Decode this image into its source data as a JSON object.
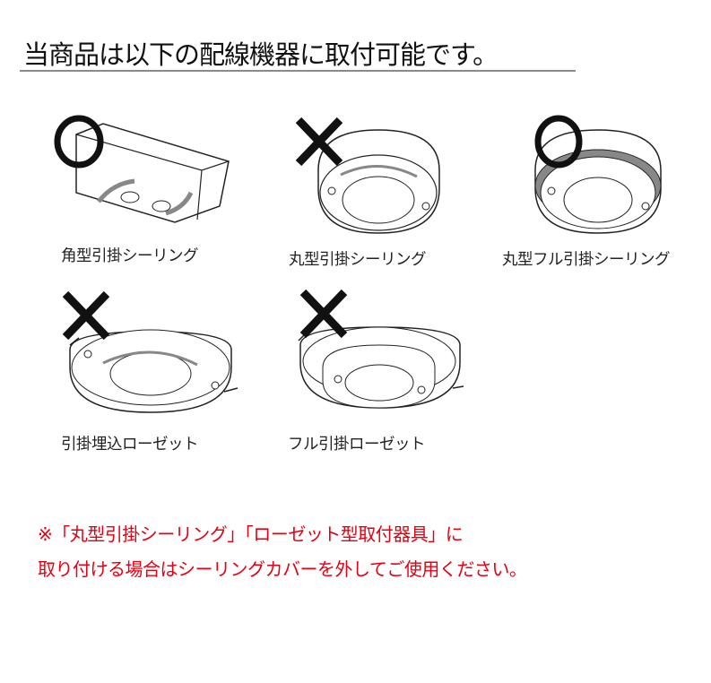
{
  "title": "当商品は以下の配線機器に取付可能です。",
  "devices": [
    {
      "name": "角型引掛シーリング",
      "compatible": true,
      "mark": "○"
    },
    {
      "name": "丸型引掛シーリング",
      "compatible": false,
      "mark": "×"
    },
    {
      "name": "丸型フル引掛シーリング",
      "compatible": true,
      "mark": "○"
    },
    {
      "name": "引掛埋込ローゼット",
      "compatible": false,
      "mark": "×"
    },
    {
      "name": "フル引掛ローゼット",
      "compatible": false,
      "mark": "×"
    }
  ],
  "note": {
    "line1": "※「丸型引掛シーリング」「ローゼット型取付器具」に",
    "line2": "取り付ける場合はシーリングカバーを外してご使用ください。",
    "color": "#e60012"
  }
}
